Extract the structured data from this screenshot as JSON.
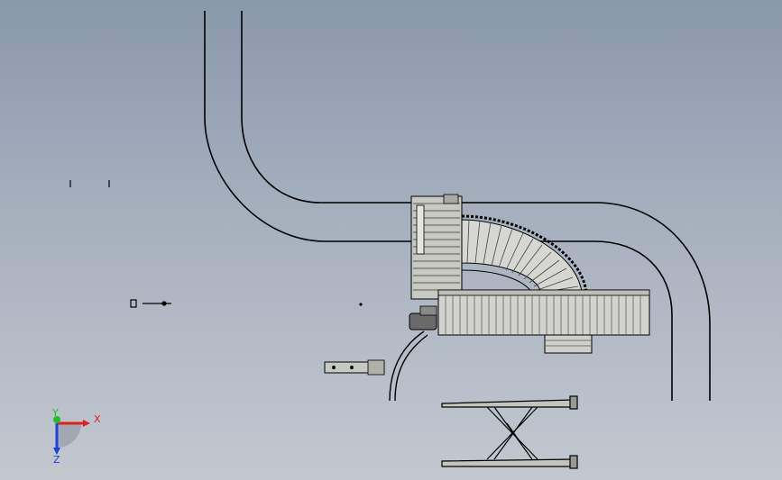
{
  "triad": {
    "x_label": "X",
    "y_label": "Y",
    "z_label": "Z",
    "x_color": "#e02020",
    "y_color": "#20c020",
    "z_color": "#2040e0"
  },
  "colors": {
    "background_top": "#8a98ac",
    "background_bottom": "#c3c8cf",
    "outline": "#000000",
    "roller": "#d4d4d0",
    "frame": "#b8b8b4"
  },
  "icons": {
    "triad": "xyz-triad-icon"
  }
}
